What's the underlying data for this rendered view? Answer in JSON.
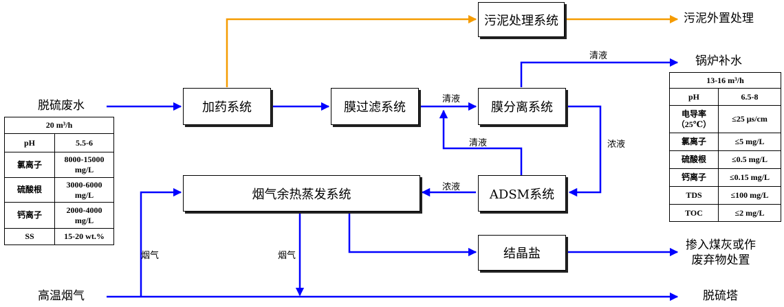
{
  "colors": {
    "flow": "#0000ff",
    "sludge": "#f59b00",
    "line": "#000000"
  },
  "nodes": {
    "sludge_treatment": "污泥处理系统",
    "dosing": "加药系统",
    "membrane_filtration": "膜过滤系统",
    "membrane_separation": "膜分离系统",
    "flue_gas_evaporation": "烟气余热蒸发系统",
    "adsm": "ADSM系统",
    "crystal_salt": "结晶盐"
  },
  "terminals": {
    "sludge_disposal": "污泥外置处理",
    "boiler_makeup": "锅炉补水",
    "desulfurization_wastewater": "脱硫废水",
    "high_temp_flue_gas": "高温烟气",
    "desulfurization_tower": "脱硫塔",
    "salt_disposal": "掺入煤灰或作废弃物处置"
  },
  "edge_labels": {
    "clear_1": "清液",
    "clear_2": "清液",
    "clear_3": "清液",
    "conc_1": "浓液",
    "conc_2": "浓液",
    "flue_1": "烟气",
    "flue_2": "烟气"
  },
  "inlet_table": {
    "flow": "20 m³/h",
    "rows": [
      [
        "pH",
        "5.5-6"
      ],
      [
        "氯离子",
        "8000-15000 mg/L"
      ],
      [
        "硫酸根",
        "3000-6000 mg/L"
      ],
      [
        "钙离子",
        "2000-4000 mg/L"
      ],
      [
        "SS",
        "15-20 wt.%"
      ]
    ]
  },
  "outlet_table": {
    "flow": "13-16 m³/h",
    "rows": [
      [
        "pH",
        "6.5-8"
      ],
      [
        "电导率（25℃）",
        "≤25 μs/cm"
      ],
      [
        "氯离子",
        "≤5 mg/L"
      ],
      [
        "硫酸根",
        "≤0.5 mg/L"
      ],
      [
        "钙离子",
        "≤0.15 mg/L"
      ],
      [
        "TDS",
        "≤100 mg/L"
      ],
      [
        "TOC",
        "≤2 mg/L"
      ]
    ]
  }
}
